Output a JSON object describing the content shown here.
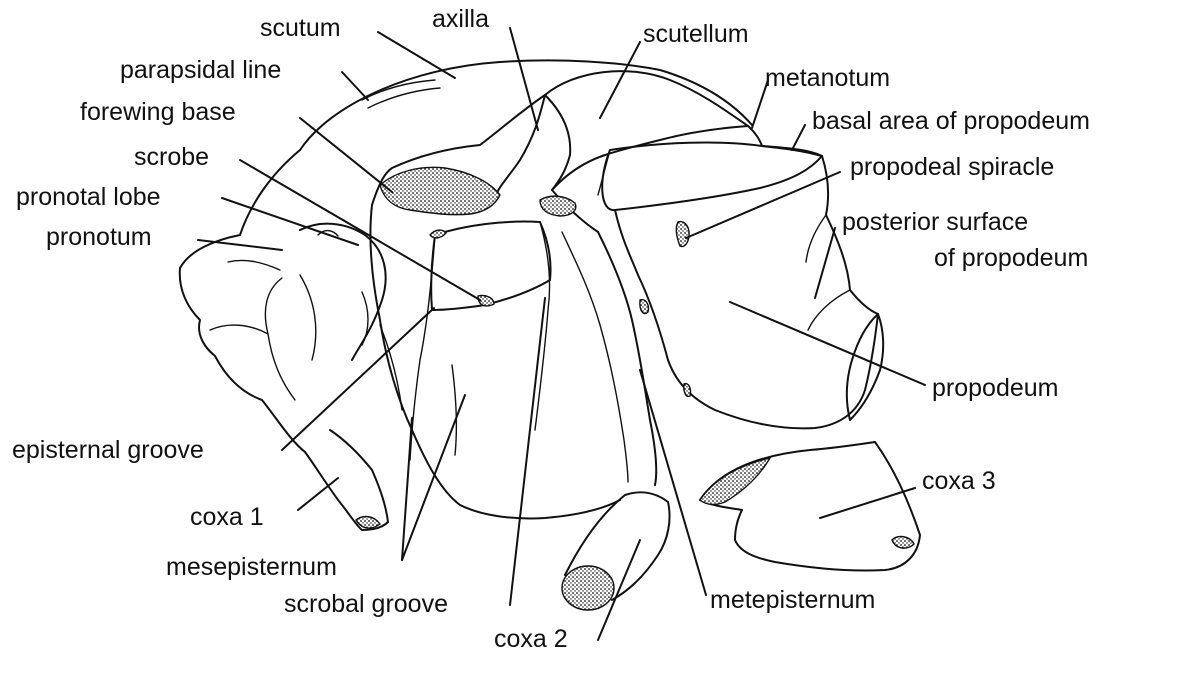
{
  "labels": {
    "scutum": "scutum",
    "axilla": "axilla",
    "scutellum": "scutellum",
    "parapsidal_line": "parapsidal line",
    "metanotum": "metanotum",
    "forewing_base": "forewing base",
    "basal_area_of_propodeum": "basal area of propodeum",
    "scrobe": "scrobe",
    "propodeal_spiracle": "propodeal spiracle",
    "pronotal_lobe": "pronotal lobe",
    "posterior_surface_line1": "posterior surface",
    "posterior_surface_line2": "of propodeum",
    "pronotum": "pronotum",
    "propodeum": "propodeum",
    "episternal_groove": "episternal groove",
    "coxa_3": "coxa 3",
    "coxa_1": "coxa 1",
    "mesepisternum": "mesepisternum",
    "metepisternum": "metepisternum",
    "scrobal_groove": "scrobal groove",
    "coxa_2": "coxa 2"
  },
  "colors": {
    "ink": "#111111",
    "background": "#ffffff"
  }
}
